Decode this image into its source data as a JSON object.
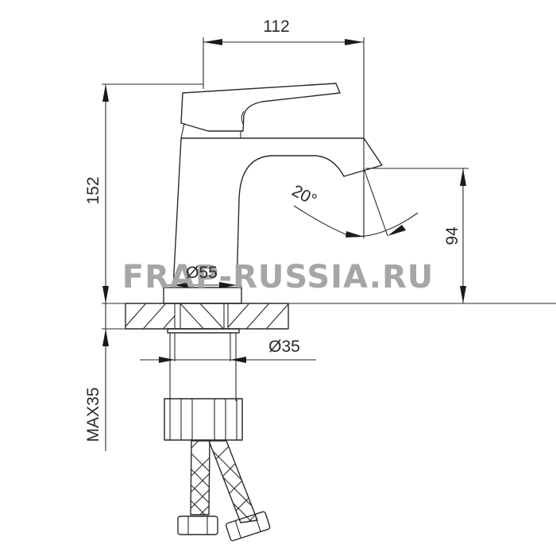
{
  "drawing": {
    "title": "Faucet dimensional drawing",
    "watermark": "FRAP-RUSSIA.RU",
    "colors": {
      "line": "#2a2a2a",
      "watermark": "#a6a6a6",
      "background": "#ffffff"
    },
    "dimensions": {
      "spout_reach": "112",
      "total_height": "152",
      "spout_height": "94",
      "base_diameter": "Ø55",
      "shank_diameter": "Ø35",
      "max_counter_thickness": "MAX35",
      "handle_rotation_angle": "20°"
    },
    "components": [
      "lever-handle",
      "faucet-body",
      "spout",
      "base-flange",
      "countertop-section",
      "mounting-shank",
      "fixing-nut",
      "braided-hose-left",
      "braided-hose-right",
      "hose-nut-left",
      "hose-nut-right"
    ]
  }
}
